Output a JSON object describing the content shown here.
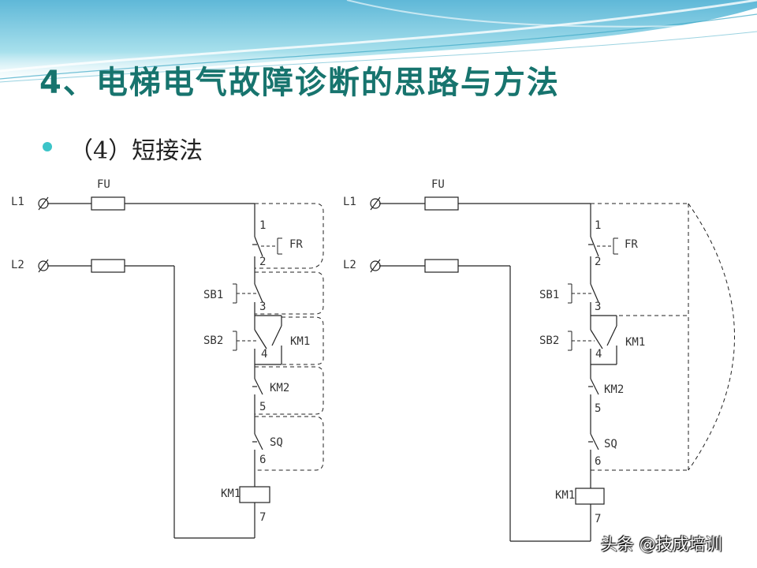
{
  "slide": {
    "title": "4、电梯电气故障诊断的思路与方法",
    "subtitle": "（4）短接法",
    "watermark": "头条 @技成培训"
  },
  "colors": {
    "title": "#17746e",
    "bullet": "#3cc4c8",
    "header_band": "#7fcde0"
  },
  "diagram_left": {
    "fuse": "FU",
    "lines": [
      "L1",
      "L2"
    ],
    "nodes": [
      "1",
      "2",
      "3",
      "4",
      "5",
      "6",
      "7"
    ],
    "components": [
      "FR",
      "SB1",
      "SB2",
      "KM1",
      "KM2",
      "SQ",
      "KM1"
    ]
  },
  "diagram_right": {
    "fuse": "FU",
    "lines": [
      "L1",
      "L2"
    ],
    "nodes": [
      "1",
      "2",
      "3",
      "4",
      "5",
      "6",
      "7"
    ],
    "components": [
      "FR",
      "SB1",
      "SB2",
      "KM1",
      "KM2",
      "SQ",
      "KM1"
    ]
  }
}
